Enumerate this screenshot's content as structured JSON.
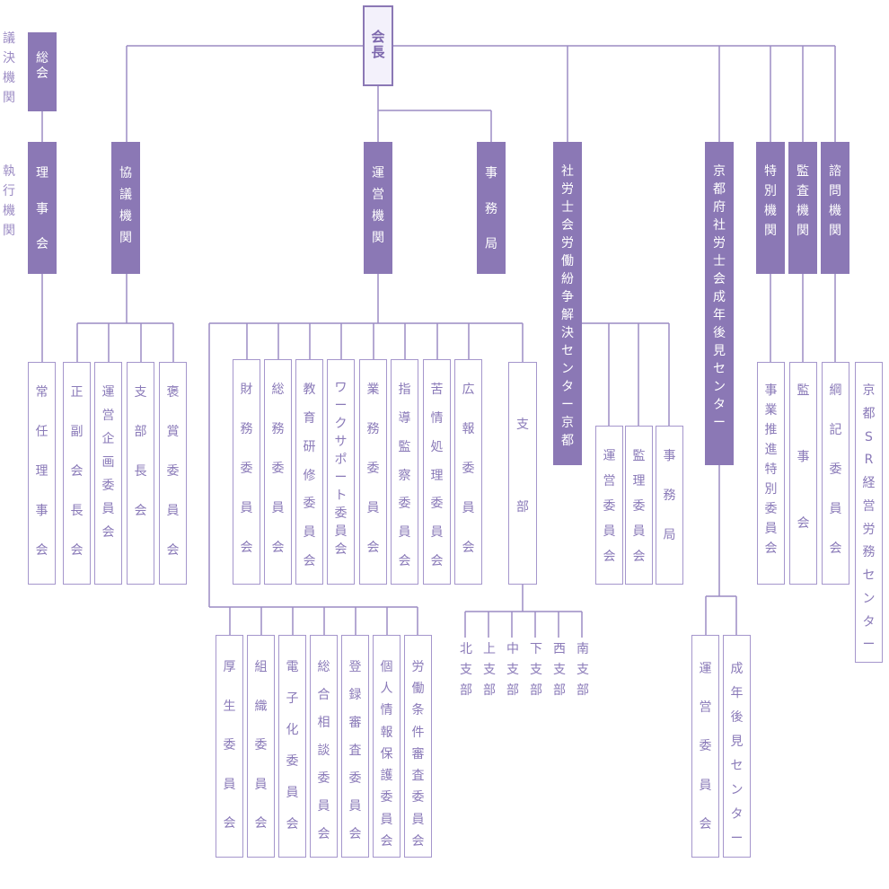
{
  "colors": {
    "filled": "#8b78b5",
    "outline_border": "#a596cc",
    "outline_text": "#8a7ab8",
    "root_bg": "#f3f1fb",
    "line": "#9c8cc4"
  },
  "side_labels": {
    "decision": "議決機関",
    "executive": "執行機関"
  },
  "root": {
    "label": "会長"
  },
  "top_level": {
    "general_assembly": "総会",
    "board": "理事会",
    "council": "協議機関",
    "operations": "運営機関",
    "secretariat": "事務局",
    "adr_center": "社労士会労働紛争解決センター京都",
    "guardian_center": "京都府社労士会成年後見センター",
    "special": "特別機関",
    "audit": "監査機関",
    "advisory": "諮問機関"
  },
  "board_children": [
    "常任理事会"
  ],
  "council_children": [
    "正副会長会",
    "運営企画委員会",
    "支部長会",
    "褒賞委員会"
  ],
  "operations_children_row1": [
    "財務委員会",
    "総務委員会",
    "教育研修委員会",
    "ワークサポート委員会",
    "業務委員会",
    "指導監察委員会",
    "苦情処理委員会",
    "広報委員会",
    "支部"
  ],
  "operations_children_row2": [
    "厚生委員会",
    "組織委員会",
    "電子化委員会",
    "総合相談委員会",
    "登録審査委員会",
    "個人情報保護委員会",
    "労働条件審査委員会"
  ],
  "branches": [
    "北支部",
    "上支部",
    "中支部",
    "下支部",
    "西支部",
    "南支部"
  ],
  "adr_children": [
    "運営委員会",
    "監理委員会",
    "事務局"
  ],
  "guardian_children": [
    "運営委員会",
    "成年後見センター"
  ],
  "special_children": [
    "事業推進特別委員会"
  ],
  "audit_children": [
    "監事会"
  ],
  "advisory_children": [
    "綱記委員会"
  ],
  "independent": [
    "京都SR経営労務センター"
  ]
}
